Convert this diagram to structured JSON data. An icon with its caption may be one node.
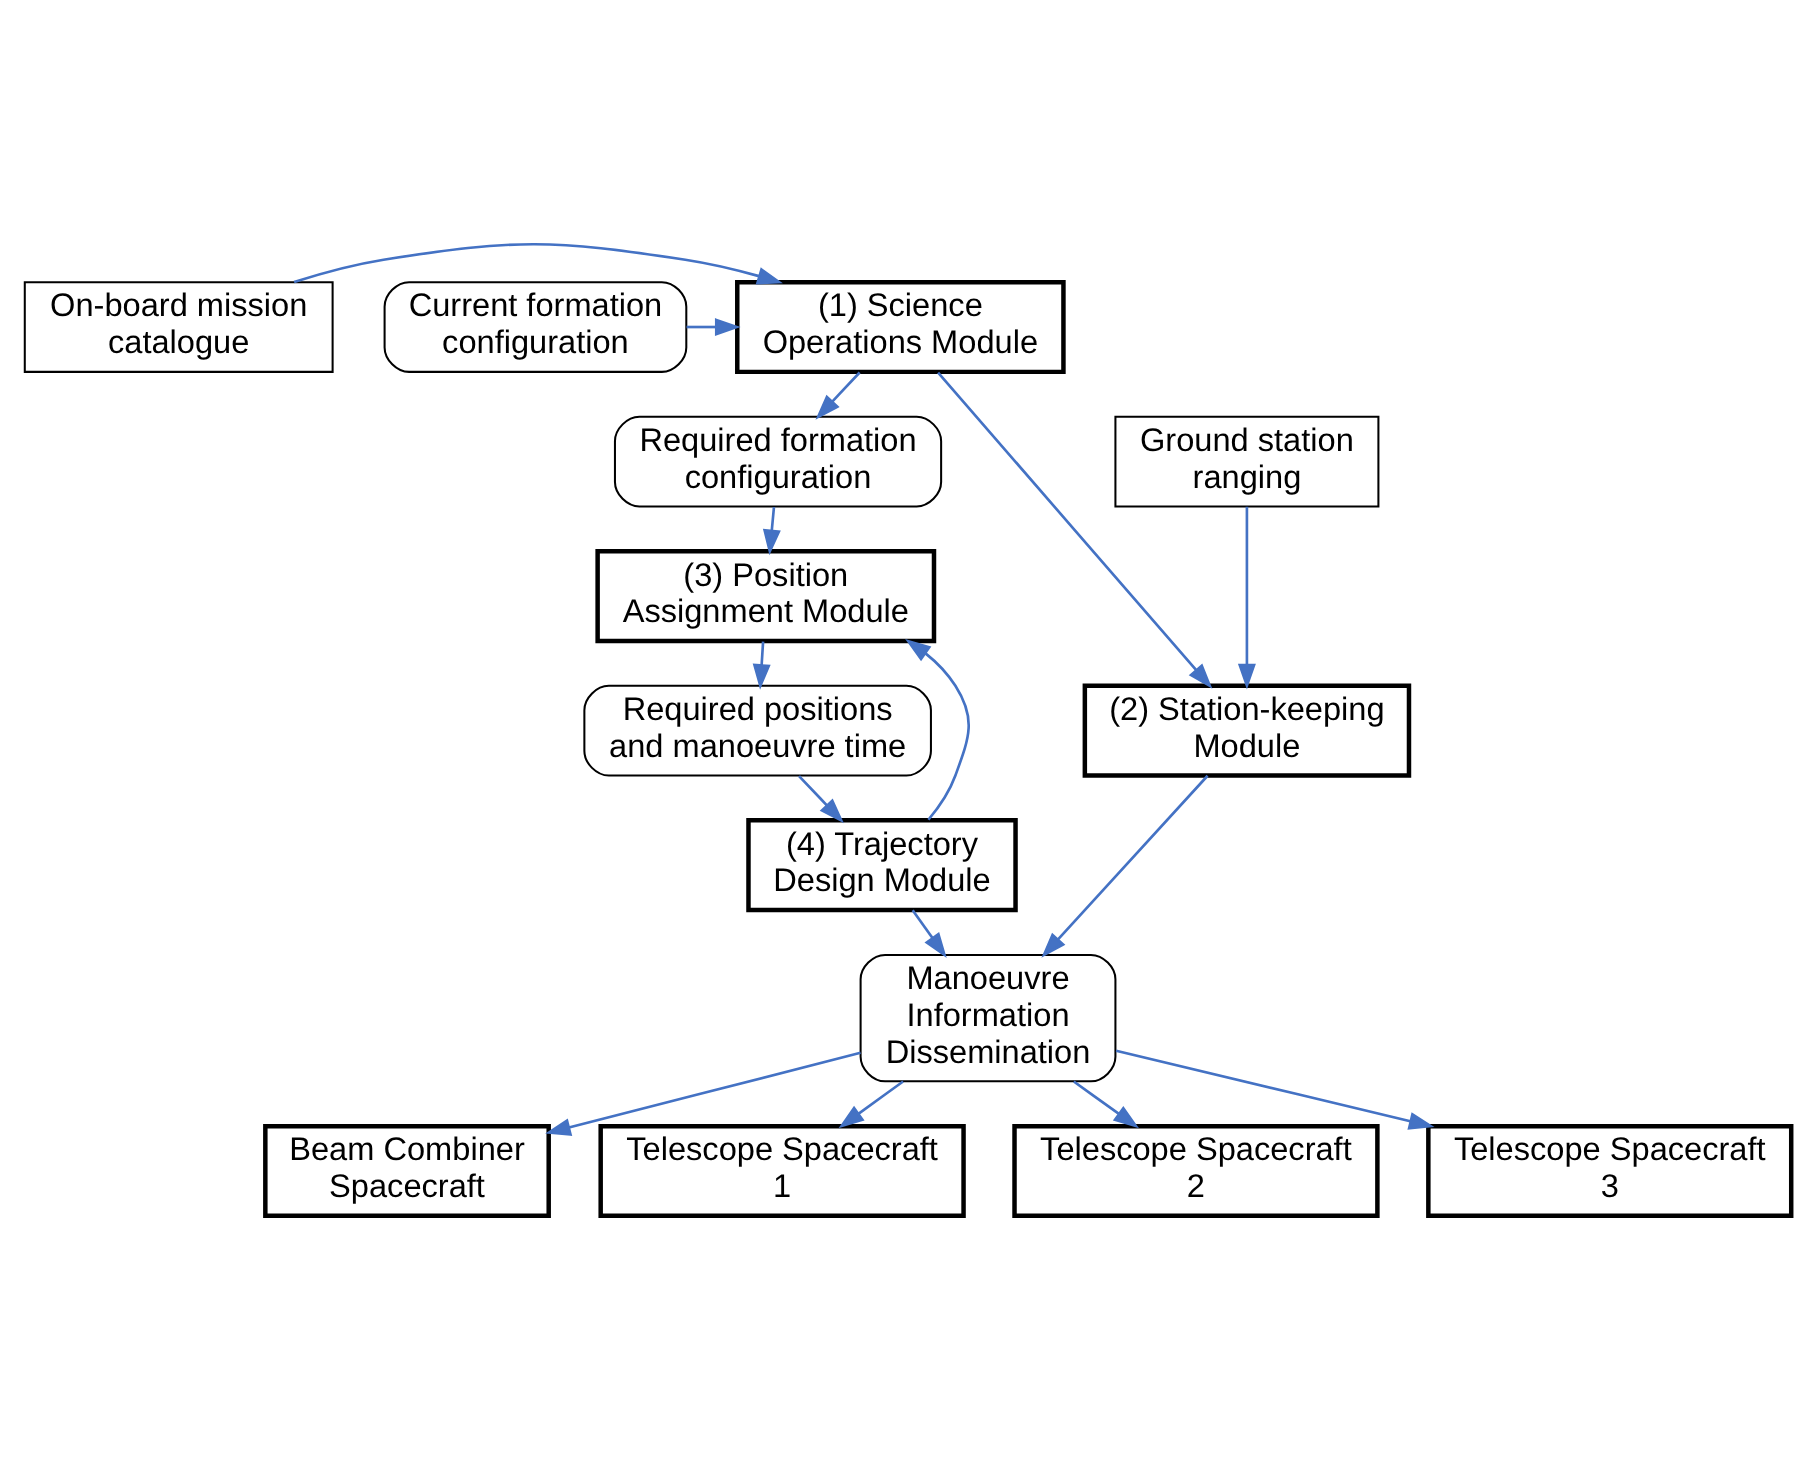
{
  "diagram": {
    "nodes": [
      {
        "text": [
          "On-board mission catalogue"
        ]
      },
      {
        "text": [
          "(1) Science Operations Module"
        ]
      },
      {
        "text": [
          "Current formation configuration"
        ]
      },
      {
        "text": [
          "Ground station ranging"
        ]
      },
      {
        "text": [
          "Required formation configuration"
        ]
      },
      {
        "text": [
          "(3) Position Assignment Module"
        ]
      },
      {
        "text": [
          "(2) Station-keeping Module"
        ]
      },
      {
        "text": [
          "Required positions and manoeuvre time"
        ]
      },
      {
        "text": [
          "(4) Trajectory Design Module"
        ]
      },
      {
        "text": [
          "Manoeuvre Information Dissemination"
        ]
      },
      {
        "text": [
          "Beam Combiner Spacecraft"
        ]
      },
      {
        "text": [
          "Telescope Spacecraft 1"
        ]
      },
      {
        "text": [
          "Telescope Spacecraft 2"
        ]
      },
      {
        "text": [
          "Telescope Spacecraft 3"
        ]
      }
    ],
    "edges": [
      {
        "from": 0,
        "to": 1,
        "arrow": "to"
      },
      {
        "from": 2,
        "to": 1,
        "arrow": "to"
      },
      {
        "from": 1,
        "to": 4,
        "arrow": "to"
      },
      {
        "from": 1,
        "to": 6,
        "arrow": "to"
      },
      {
        "from": 3,
        "to": 6,
        "arrow": "to"
      },
      {
        "from": 4,
        "to": 5,
        "arrow": "to"
      },
      {
        "from": 5,
        "to": 7,
        "arrow": "to"
      },
      {
        "from": 7,
        "to": 8,
        "arrow": "to"
      },
      {
        "from": 8,
        "to": 5,
        "arrow": "to"
      },
      {
        "from": 8,
        "to": 9,
        "arrow": "to"
      },
      {
        "from": 6,
        "to": 9,
        "arrow": "to"
      },
      {
        "from": 9,
        "to": 10,
        "arrow": "to"
      },
      {
        "from": 9,
        "to": 11,
        "arrow": "to"
      },
      {
        "from": 9,
        "to": 12,
        "arrow": "to"
      },
      {
        "from": 9,
        "to": 13,
        "arrow": "to"
      }
    ]
  }
}
